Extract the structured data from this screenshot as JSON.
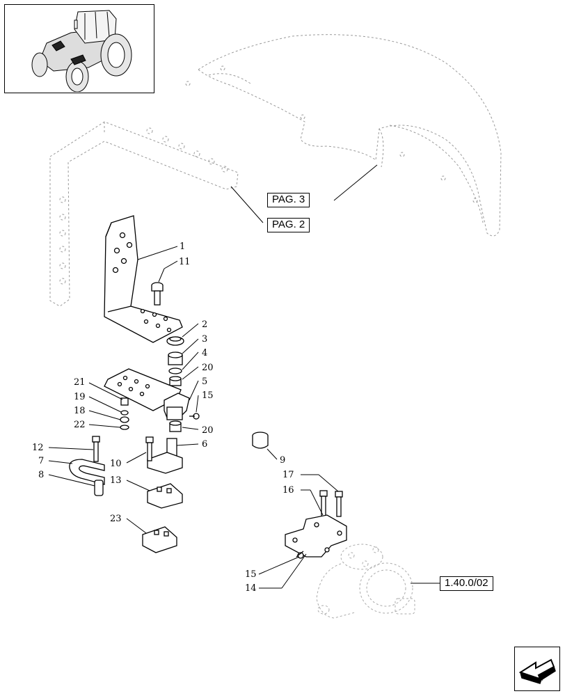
{
  "references": {
    "pag3": "PAG. 3",
    "pag2": "PAG. 2",
    "group": "1.40.0/02"
  },
  "callouts": {
    "c1": "1",
    "c2": "2",
    "c3": "3",
    "c4": "4",
    "c5": "5",
    "c6": "6",
    "c7": "7",
    "c8": "8",
    "c9": "9",
    "c10": "10",
    "c11": "11",
    "c12": "12",
    "c13": "13",
    "c14": "14",
    "c15a": "15",
    "c15b": "15",
    "c16": "16",
    "c17": "17",
    "c18": "18",
    "c19": "19",
    "c20a": "20",
    "c20b": "20",
    "c21": "21",
    "c22": "22",
    "c23": "23"
  },
  "icons": {
    "thumbnail": "tractor-icon",
    "navigation": "next-page-arrow-icon"
  }
}
